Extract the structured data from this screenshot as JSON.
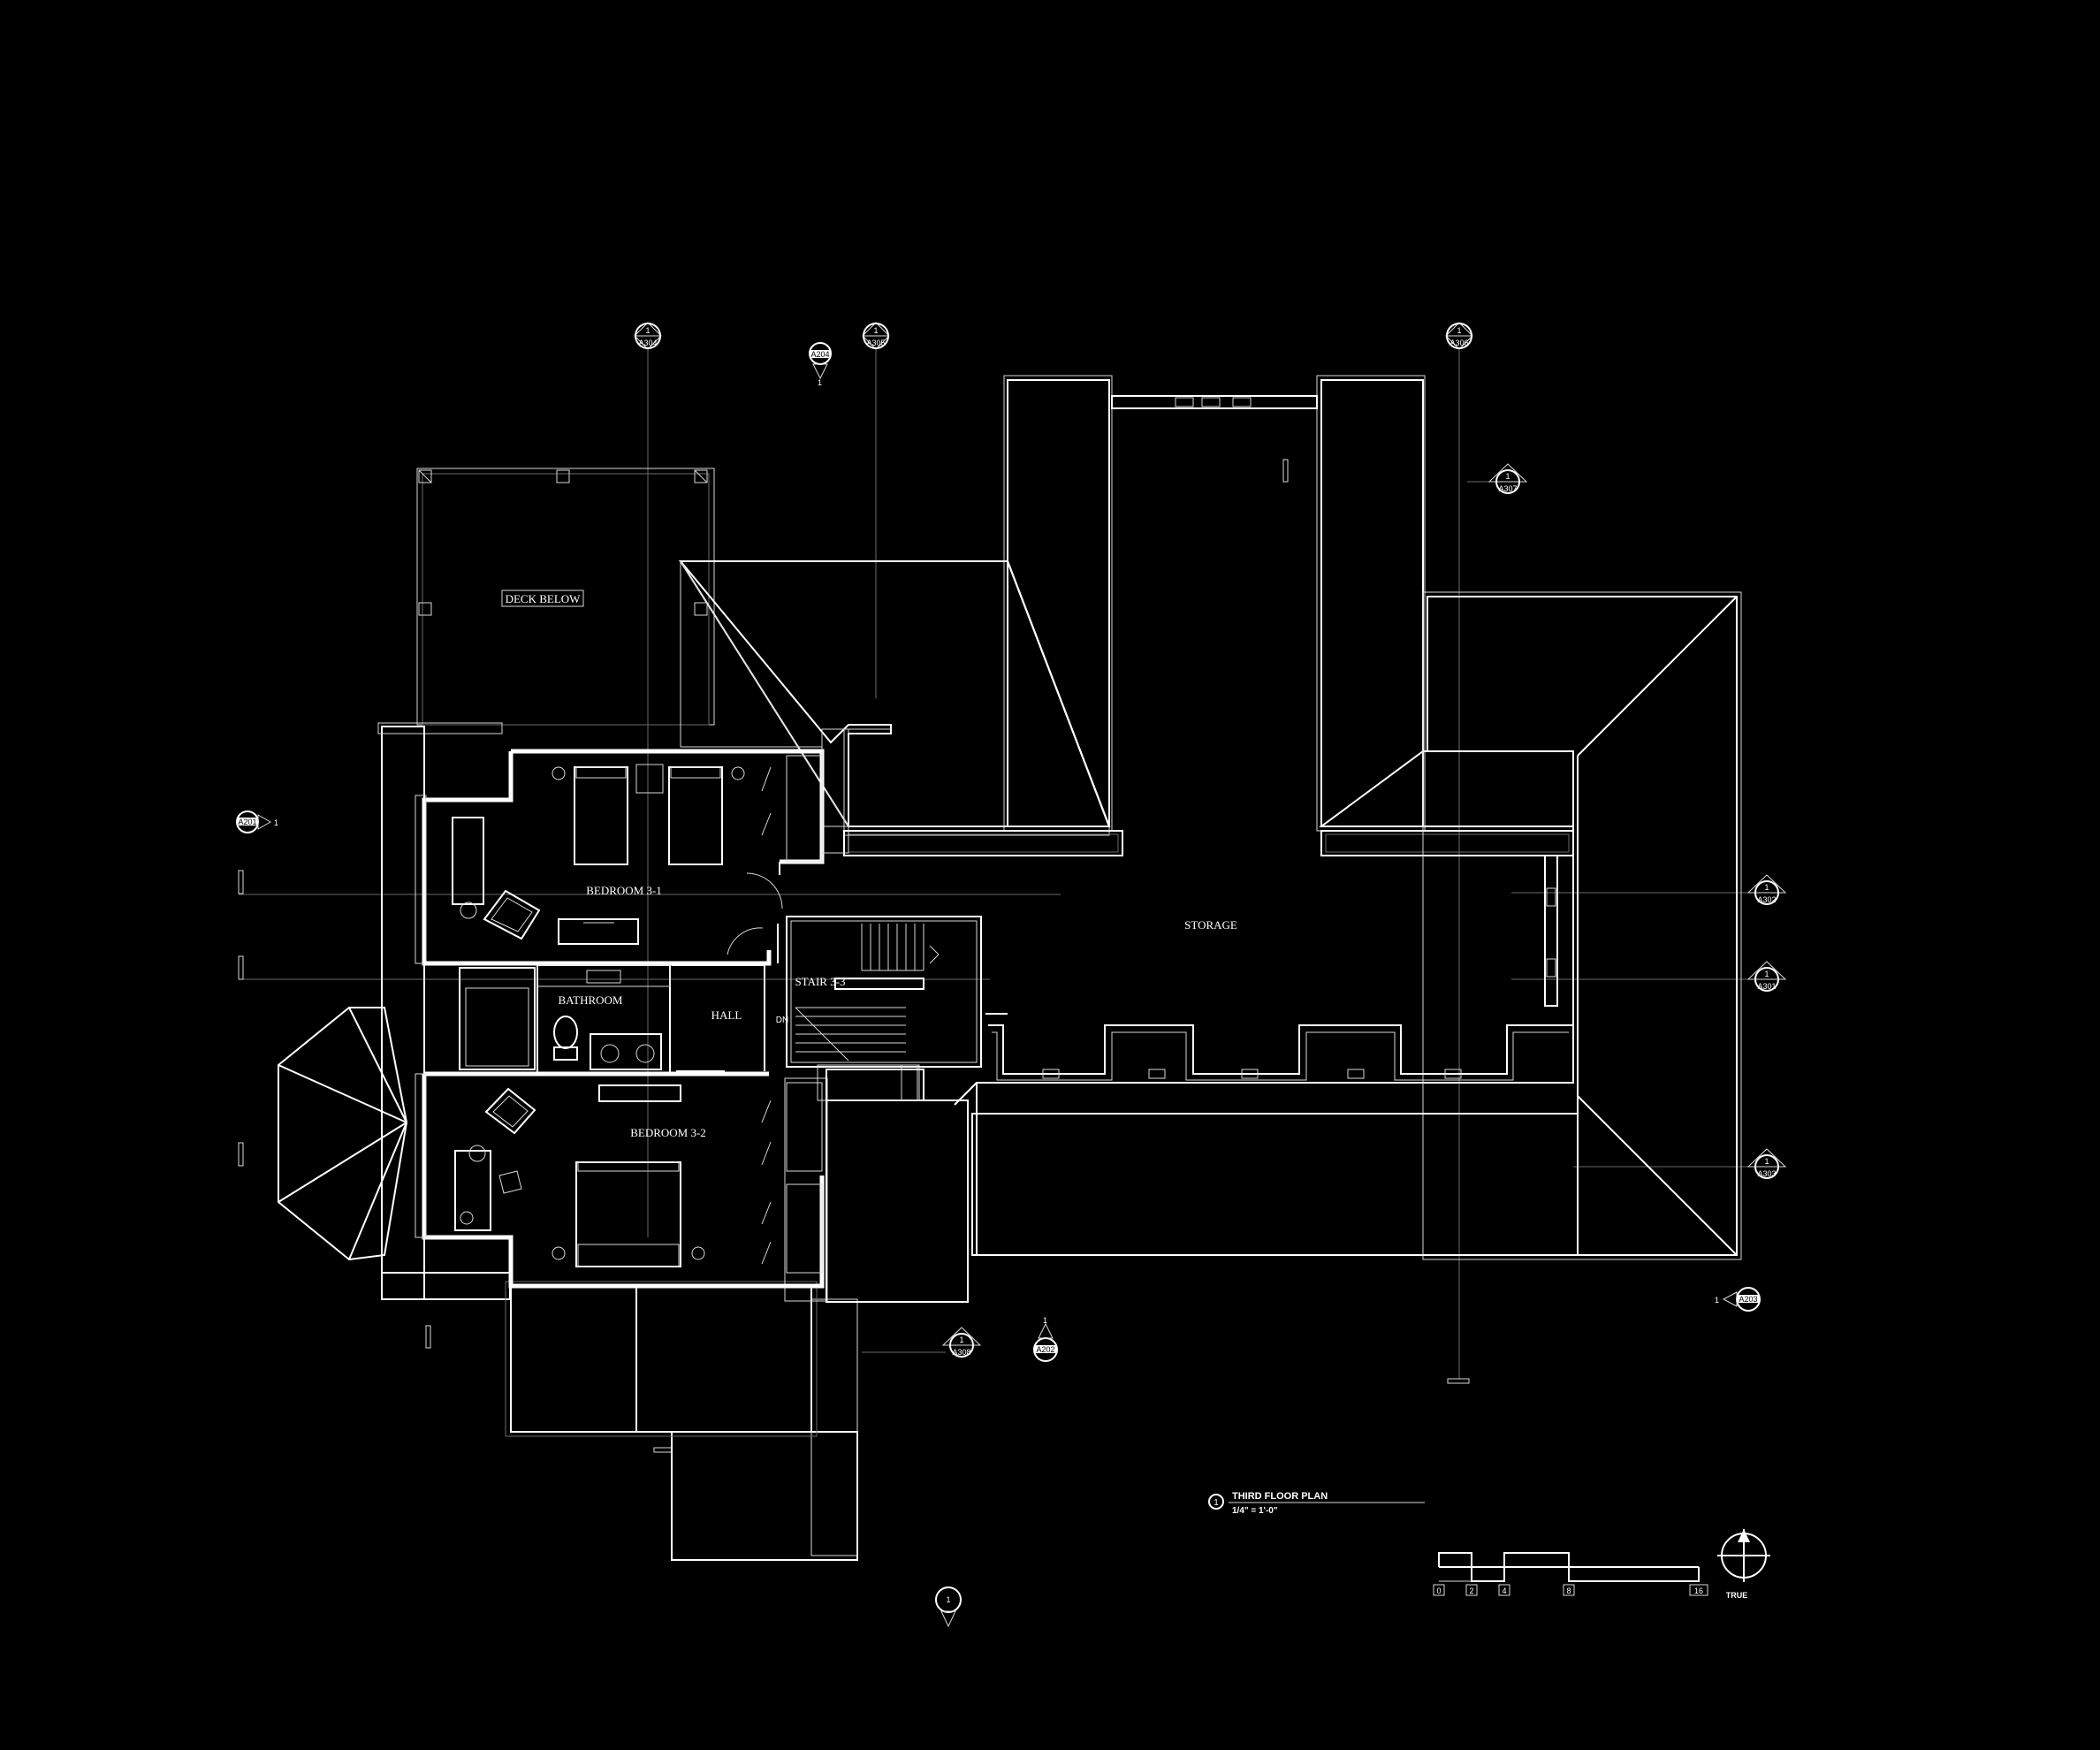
{
  "rooms": {
    "deck": "DECK BELOW",
    "bedroom1": "BEDROOM 3-1",
    "bedroom2": "BEDROOM 3-2",
    "bathroom": "BATHROOM",
    "hall": "HALL",
    "stair": "STAIR 3-3",
    "stair_dn": "DN",
    "storage": "STORAGE"
  },
  "section_tags": {
    "number": "1",
    "a304": "A304",
    "a305": "A305",
    "a306": "A306",
    "a307": "A307",
    "a302": "A302",
    "a301": "A301",
    "a303": "A303",
    "a308": "A308",
    "a201": "A201",
    "a202": "A202",
    "a203": "A203",
    "a204": "A204"
  },
  "title_block": {
    "number": "1",
    "title": "THIRD FLOOR PLAN",
    "scale": "1/4\" = 1'-0\""
  },
  "scale_bar": {
    "ticks": [
      "0",
      "2",
      "4",
      "8",
      "16"
    ]
  },
  "north_arrow": {
    "label": "TRUE"
  }
}
